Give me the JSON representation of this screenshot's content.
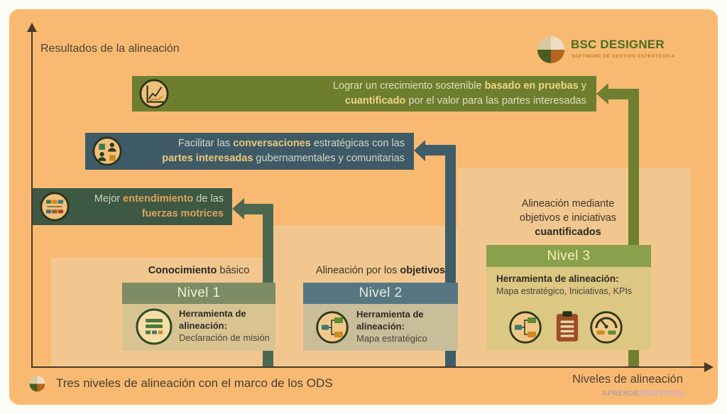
{
  "axes": {
    "y_label": "Resultados de la alineación",
    "x_label": "Niveles de alineación"
  },
  "logo": {
    "icon": "pie-quadrant-logo",
    "name": "BSC DESIGNER",
    "tagline": "SOFTWARE DE GESTIÓN ESTRATÉGICA"
  },
  "outcome_banners": [
    {
      "id": "level1-outcome",
      "icon": "strategy-map-icon",
      "line1_pre": "Mejor ",
      "line1_bold": "entendimiento",
      "line1_post": " de las",
      "line2_bold": "fuerzas motrices",
      "line2_post": ""
    },
    {
      "id": "level2-outcome",
      "icon": "stakeholders-icon",
      "line1_pre": "Facilitar las ",
      "line1_bold": "conversaciones",
      "line1_post": " estratégicas con las",
      "line2_bold": "partes interesadas",
      "line2_post": " gubernamentales y comunitarias"
    },
    {
      "id": "level3-outcome",
      "icon": "growth-chart-icon",
      "line1_pre": "Lograr un crecimiento sostenible ",
      "line1_bold": "basado en pruebas",
      "line1_post": " y",
      "line2_bold": "cuantificado",
      "line2_post": " por el valor para las partes interesadas"
    }
  ],
  "levels": [
    {
      "caption_bold": "Conocimiento",
      "caption_post": " básico",
      "title": "Nivel 1",
      "tool_label": "Herramienta de alineación:",
      "tool_value": "Declaración de misión",
      "icons": [
        "mission-statement-icon"
      ]
    },
    {
      "caption_pre": "Alineación por los ",
      "caption_bold": "objetivos",
      "title": "Nivel 2",
      "tool_label": "Herramienta de alineación:",
      "tool_value": "Mapa estratégico",
      "icons": [
        "strategy-tree-icon"
      ]
    },
    {
      "caption_line1": "Alineación mediante",
      "caption_line2": "objetivos e iniciativas",
      "caption_bold": "cuantificados",
      "title": "Nivel 3",
      "tool_label": "Herramienta de alineación:",
      "tool_value": "Mapa estratégico, Iniciativas, KPIs",
      "icons": [
        "strategy-tree-icon",
        "initiatives-clipboard-icon",
        "kpi-gauge-icon"
      ]
    }
  ],
  "footer": {
    "caption": "Tres niveles de alineación con el marco de los ODS",
    "watermark_primary": "APRENDE",
    "watermark_secondary": "INDUSTRIAL"
  },
  "colors": {
    "card_bg": "#f8ba72",
    "step_bg": "#f2c78f",
    "axis": "#4a3b26",
    "banner_level1": "#3d5843",
    "banner_level2": "#3e5a66",
    "banner_level3": "#6d7e2f",
    "stem_level1": "#4d6850",
    "stem_level2": "#3f5d69",
    "stem_level3": "#6e7f31",
    "header_level1": "#7d8c64",
    "header_level2": "#567781",
    "header_level3": "#8ba04c",
    "body_level1": "#d9c391",
    "body_level2": "#cabd9a",
    "body_level3": "#dcc783",
    "logo_green": "#4b6d22",
    "logo_orange": "#bf7b2e"
  }
}
